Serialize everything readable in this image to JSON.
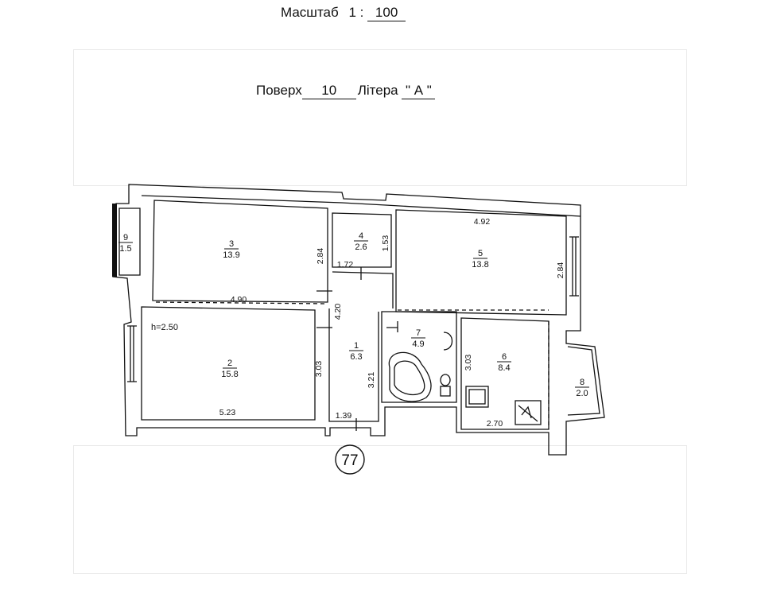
{
  "header": {
    "scale_label": "Масштаб",
    "scale_ratio": "1 :",
    "scale_value": "100",
    "floor_label": "Поверх",
    "floor_value": "10",
    "letter_label": "Літера",
    "letter_value": "\" А \""
  },
  "rooms": [
    {
      "id": "room-1",
      "number": "1",
      "area": "6.3"
    },
    {
      "id": "room-2",
      "number": "2",
      "area": "15.8"
    },
    {
      "id": "room-3",
      "number": "3",
      "area": "13.9"
    },
    {
      "id": "room-4",
      "number": "4",
      "area": "2.6"
    },
    {
      "id": "room-5",
      "number": "5",
      "area": "13.8"
    },
    {
      "id": "room-6",
      "number": "6",
      "area": "8.4"
    },
    {
      "id": "room-7",
      "number": "7",
      "area": "4.9"
    },
    {
      "id": "room-8",
      "number": "8",
      "area": "2.0"
    },
    {
      "id": "room-9",
      "number": "9",
      "area": "1.5"
    }
  ],
  "dimensions": {
    "d_4_92": "4.92",
    "d_2_84_r3": "2.84",
    "d_1_53": "1.53",
    "d_1_72": "1.72",
    "d_2_84_r5": "2.84",
    "d_4_90": "4.90",
    "d_4_20": "4.20",
    "d_3_03_r2": "3.03",
    "d_3_21": "3.21",
    "d_3_03_r6": "3.03",
    "d_5_23": "5.23",
    "d_1_39": "1.39",
    "d_2_70": "2.70"
  },
  "ceiling_height": "h=2.50",
  "apartment_number": "77"
}
